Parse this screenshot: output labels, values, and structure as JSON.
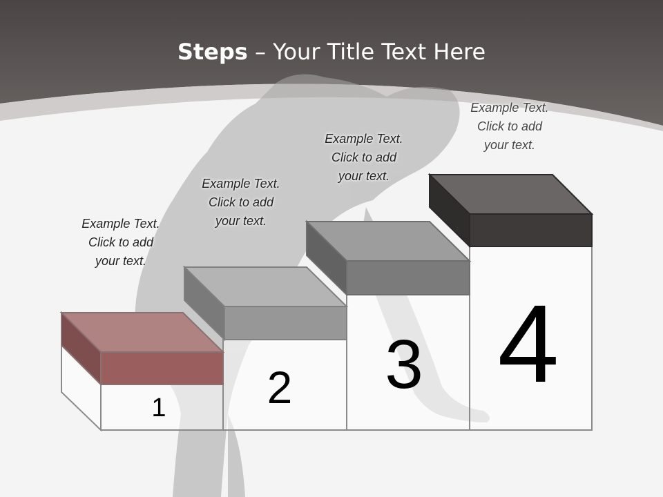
{
  "slide": {
    "title_bold": "Steps",
    "title_rest": " – Your Title Text Here"
  },
  "steps": [
    {
      "number": "1",
      "lines": [
        "Example Text.",
        "Click  to add",
        "your text."
      ],
      "color": "#9a5a5a"
    },
    {
      "number": "2",
      "lines": [
        "Example Text.",
        "Click  to add",
        "your text."
      ],
      "color": "#8a8a8a"
    },
    {
      "number": "3",
      "lines": [
        "Example Text.",
        "Click  to add",
        "your text."
      ],
      "color": "#7a7a7a"
    },
    {
      "number": "4",
      "lines": [
        "Example Text.",
        "Click  to add",
        "your text."
      ],
      "color": "#4a4646"
    }
  ],
  "colors": {
    "header": "#56514f",
    "background": "#f4f4f4",
    "outline": "#8a8a8a"
  }
}
